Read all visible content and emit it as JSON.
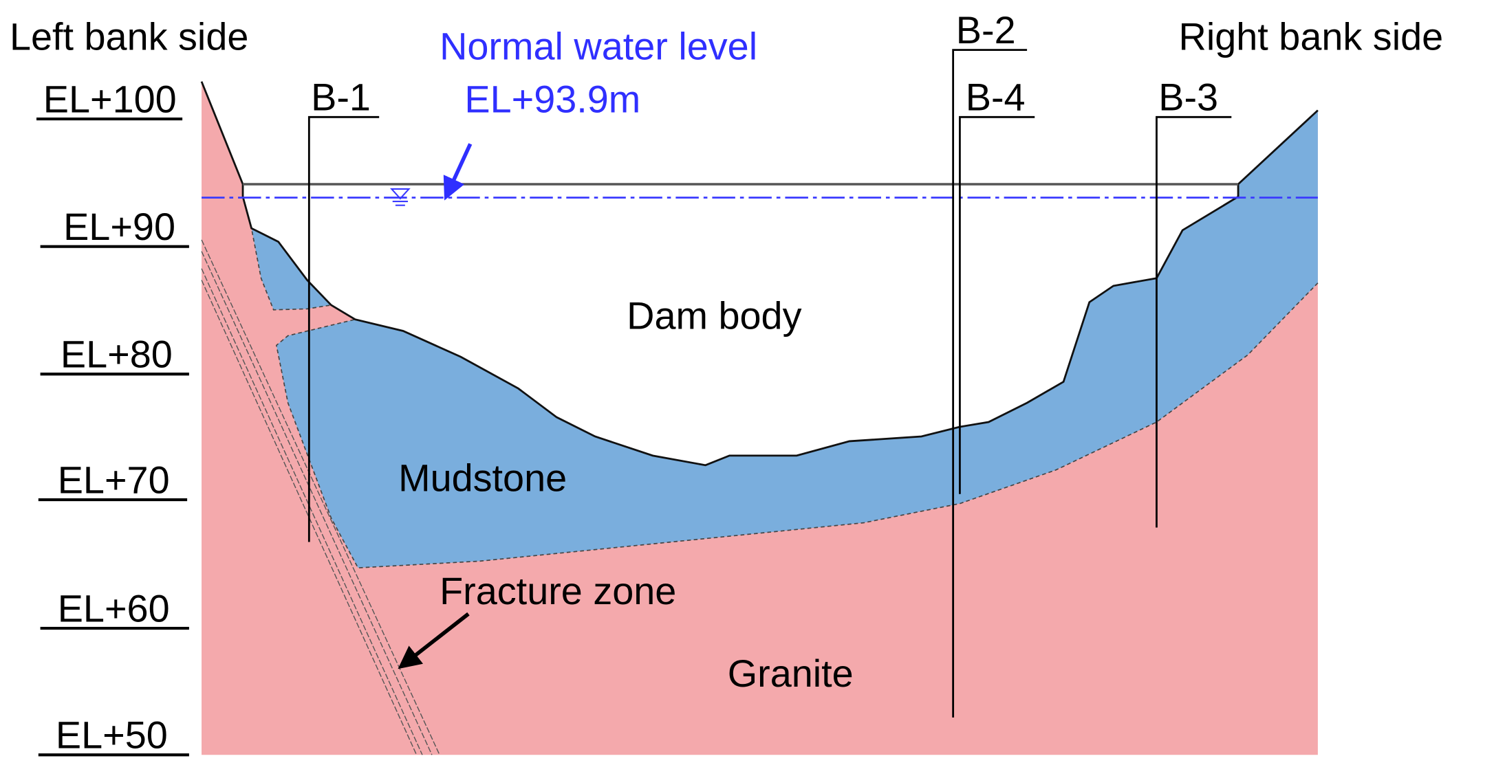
{
  "title_left": "Left bank side",
  "title_right": "Right bank side",
  "water_level": {
    "label": "Normal water level",
    "value": "EL+93.9m"
  },
  "elevations": [
    "EL+100",
    "EL+90",
    "EL+80",
    "EL+70",
    "EL+60",
    "EL+50"
  ],
  "boreholes": [
    "B-1",
    "B-2",
    "B-4",
    "B-3"
  ],
  "regions": {
    "dam_body": "Dam body",
    "mudstone": "Mudstone",
    "fracture_zone": "Fracture zone",
    "granite": "Granite"
  },
  "colors": {
    "granite": "#f4a9ac",
    "mudstone": "#7aaedd",
    "water_line": "#3a3aff",
    "annotation_blue": "#2f2fff"
  }
}
